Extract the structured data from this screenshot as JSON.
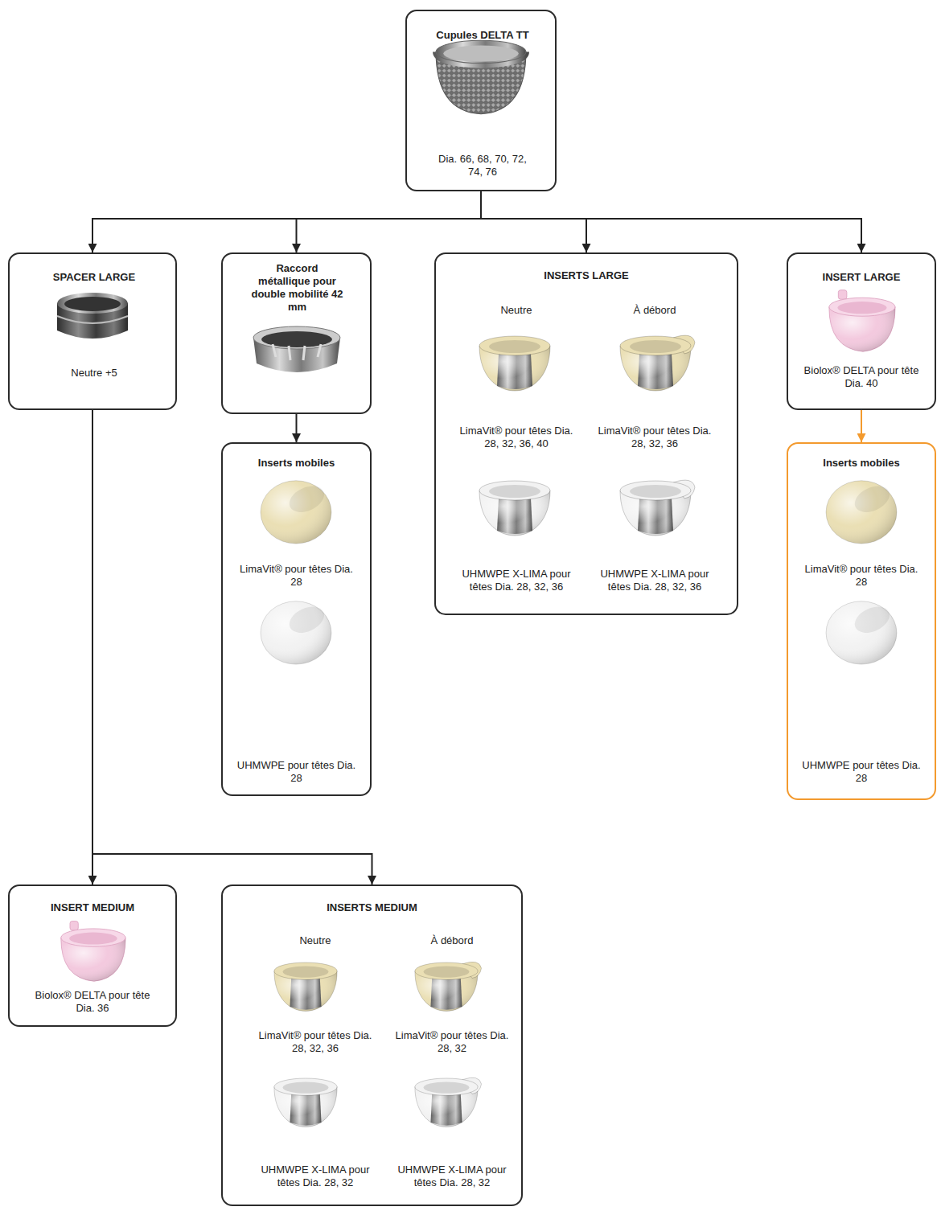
{
  "diagram": {
    "nodes": [
      {
        "text": [
          "Cupules DELTA TT",
          "Dia. 66, 68, 70, 72, 74, 76"
        ]
      },
      {
        "text": [
          "SPACER LARGE",
          "Neutre +5"
        ]
      },
      {
        "text": [
          "Raccord métallique pour double mobilité 42 mm"
        ]
      },
      {
        "text": [
          "Inserts mobiles",
          "LimaVit® pour têtes Dia. 28",
          "UHMWPE pour têtes Dia. 28"
        ]
      },
      {
        "text": [
          "INSERTS LARGE",
          "Neutre",
          "À débord",
          "LimaVit® pour têtes Dia. 28, 32, 36, 40",
          "LimaVit® pour têtes Dia. 28, 32, 36",
          "UHMWPE X-LIMA pour têtes Dia. 28, 32, 36",
          "UHMWPE X-LIMA pour têtes Dia. 28, 32, 36"
        ]
      },
      {
        "text": [
          "INSERT LARGE",
          "Biolox® DELTA pour tête Dia. 40"
        ]
      },
      {
        "text": [
          "Inserts mobiles",
          "LimaVit® pour têtes Dia. 28",
          "UHMWPE pour têtes Dia. 28"
        ]
      },
      {
        "text": [
          "INSERT MEDIUM",
          "Biolox® DELTA pour tête Dia. 36"
        ]
      },
      {
        "text": [
          "INSERTS MEDIUM",
          "Neutre",
          "À débord",
          "LimaVit® pour têtes Dia. 28, 32, 36",
          "LimaVit® pour têtes Dia. 28, 32",
          "UHMWPE X-LIMA pour têtes Dia. 28, 32",
          "UHMWPE X-LIMA pour têtes Dia. 28, 32"
        ]
      }
    ],
    "edges": [
      {
        "from": 0,
        "to": 1,
        "arrow": "to"
      },
      {
        "from": 0,
        "to": 2,
        "arrow": "to"
      },
      {
        "from": 0,
        "to": 4,
        "arrow": "to"
      },
      {
        "from": 0,
        "to": 5,
        "arrow": "to"
      },
      {
        "from": 2,
        "to": 3,
        "arrow": "to"
      },
      {
        "from": 5,
        "to": 6,
        "arrow": "to"
      },
      {
        "from": 1,
        "to": 7,
        "arrow": "to"
      },
      {
        "from": 1,
        "to": 8,
        "arrow": "to"
      }
    ]
  }
}
